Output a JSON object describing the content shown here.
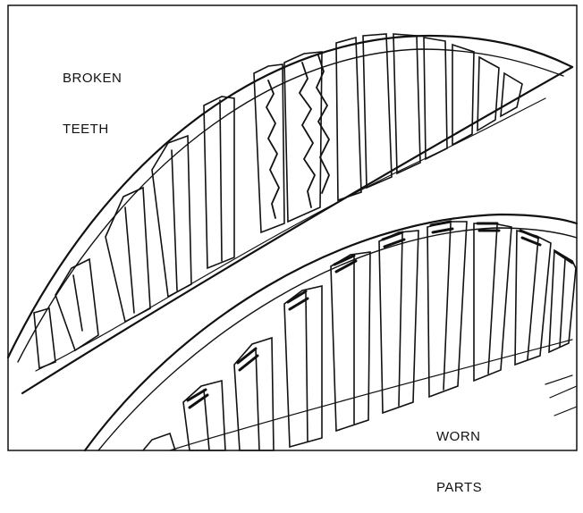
{
  "labels": {
    "broken_teeth": {
      "line1": "BROKEN",
      "line2": "TEETH"
    },
    "worn_parts": {
      "line1": "WORN",
      "line2": "PARTS"
    }
  },
  "colors": {
    "ink": "#111111",
    "paper": "#ffffff"
  }
}
